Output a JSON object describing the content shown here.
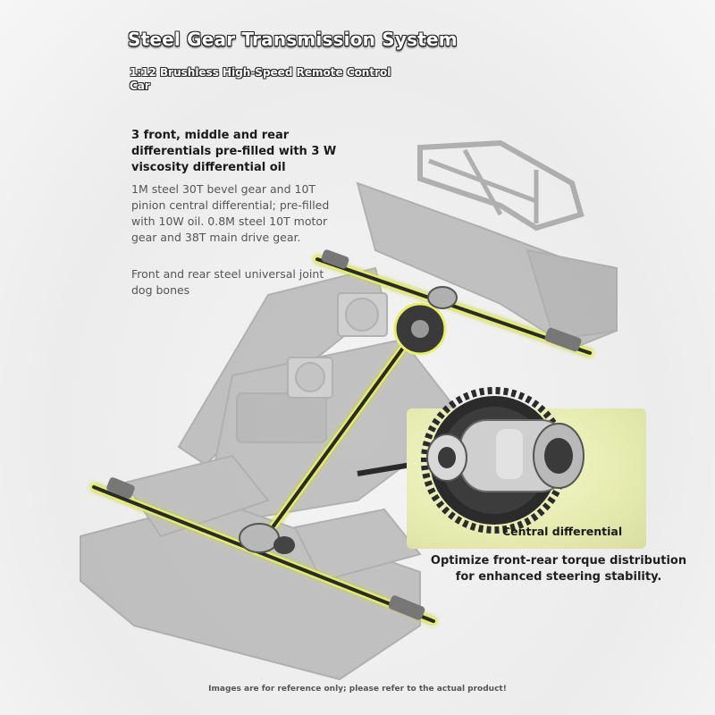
{
  "header": {
    "title": "Steel Gear Transmission System",
    "subtitle": "1:12 Brushless High-Speed Remote Control Car"
  },
  "features": {
    "differentials": "3 front, middle and rear differentials pre-filled with 3 W viscosity differential oil",
    "gears": "1M steel 30T bevel gear and 10T pinion central differential; pre-filled with 10W oil. 0.8M steel 10T motor gear and 38T main drive gear.",
    "dogbones": "Front and rear steel universal joint dog bones"
  },
  "callout": {
    "label": "Central differential",
    "caption": "Optimize front-rear torque distribution for enhanced steering stability."
  },
  "footer": {
    "disclaimer": "Images are for reference only; please refer to the actual product!"
  },
  "colors": {
    "highlight": "#e8f06a",
    "callout_bg": "#eef1c0",
    "chassis_gray": "#8a8a8a"
  }
}
